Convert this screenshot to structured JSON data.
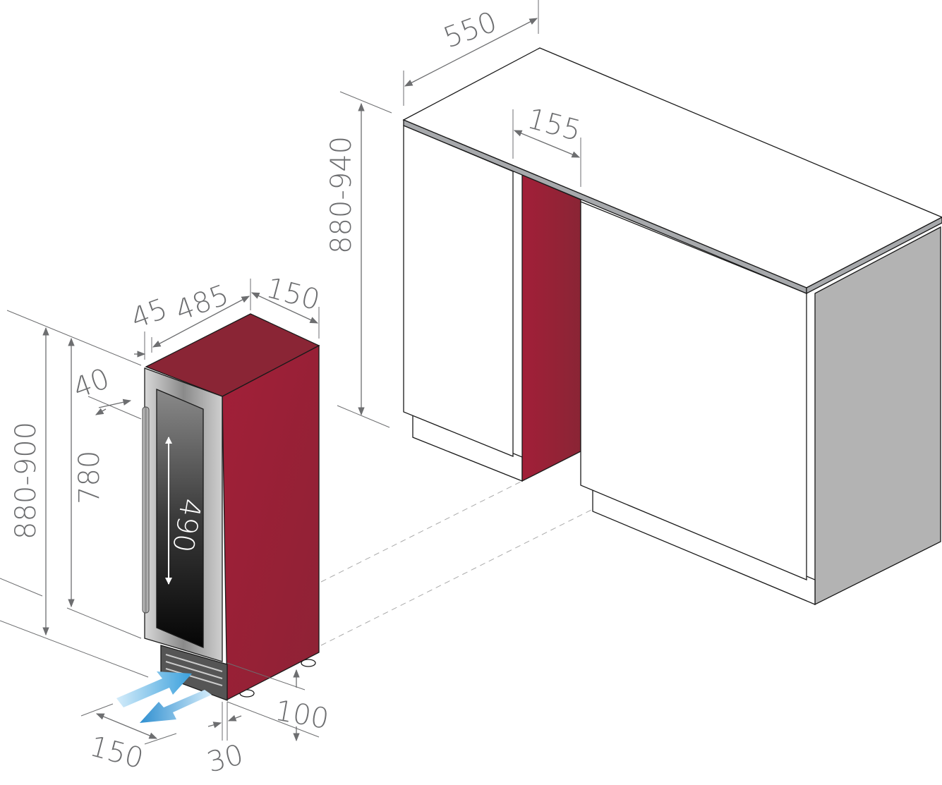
{
  "colors": {
    "wine_red": "#a21f38",
    "outline": "#1a1a1a",
    "dimension": "#6d6e70",
    "side_grey": "#b3b3b3",
    "airflow_blue": "#3aa0dc"
  },
  "dimensions": {
    "counter_depth": "550",
    "niche_width": "155",
    "counter_height": "880-940",
    "door_offset": "45",
    "cooler_depth": "485",
    "cooler_width": "150",
    "handle_gap": "40",
    "install_height": "880-900",
    "cooler_height": "780",
    "glass_height": "490",
    "plinth_depth": "100",
    "vent_width": "150",
    "vent_offset": "30"
  }
}
